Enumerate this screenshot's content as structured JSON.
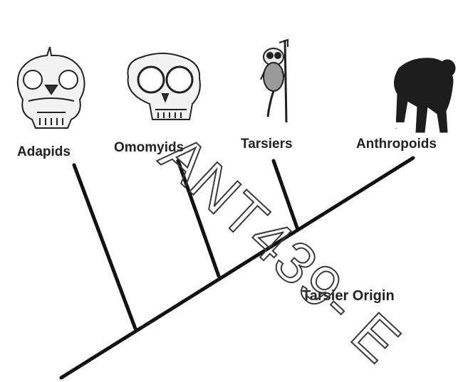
{
  "taxa": [
    {
      "name": "Adapids",
      "icon": "skull-icon"
    },
    {
      "name": "Omomyids",
      "icon": "skull-icon"
    },
    {
      "name": "Tarsiers",
      "icon": "tarsier-icon"
    },
    {
      "name": "Anthropoids",
      "icon": "chimpanzee-icon"
    }
  ],
  "origin_label": "Tarsier Origin",
  "watermark": "ANT439- E",
  "colors": {
    "line": "#111111",
    "text": "#222222",
    "background": "#ffffff"
  }
}
